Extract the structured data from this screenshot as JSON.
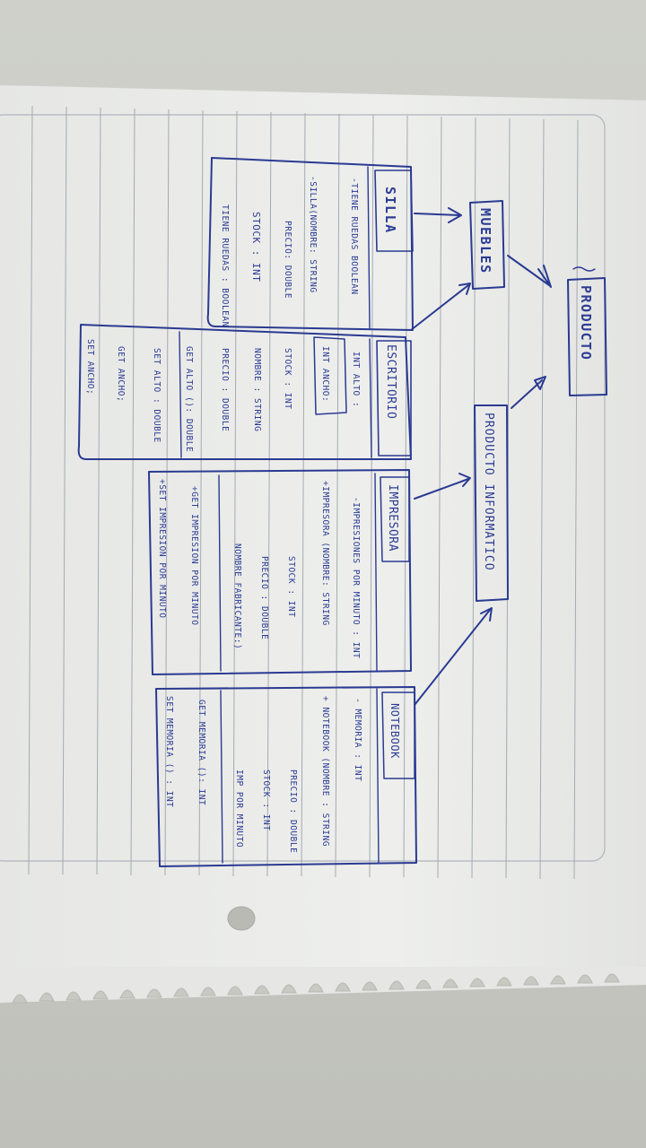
{
  "producto": {
    "title": "PRODUCTO"
  },
  "muebles": {
    "title": "MUEBLES"
  },
  "producto_informatico": {
    "title": "PRODUCTO INFORMATICO"
  },
  "silla": {
    "title": "SILLA",
    "lines": [
      "-TIENE RUEDAS BOOLEAN",
      "-SILLA(NOMBRE: STRING",
      "PRECIO: DOUBLE",
      "STOCK : INT",
      "TIENE RUEDAS : BOOLEAN"
    ]
  },
  "escritorio": {
    "title": "ESCRITORIO",
    "lines": [
      "INT ALTO :",
      "INT ANCHO:",
      "STOCK : INT",
      "NOMBRE : STRING",
      "PRECIO : DOUBLE",
      "GET ALTO (): DOUBLE",
      "SET ALTO : DOUBLE",
      "GET ANCHO;",
      "SET ANCHO;"
    ]
  },
  "impresora": {
    "title": "IMPRESORA",
    "lines": [
      "-IMPRESIONES POR MINUTO : INT",
      "+IMPRESORA (NOMBRE: STRING",
      "STOCK : INT",
      "PRECIO : DOUBLE",
      "NOMBRE FABRICANTE:)",
      "+GET IMPRESION POR MINUTO",
      "+SET IMPRESION POR MINUTO"
    ]
  },
  "notebook": {
    "title": "NOTEBOOK",
    "lines": [
      "- MEMORIA : INT",
      "+ NOTEBOOK (NOMBRE : STRING",
      "PRECIO : DOUBLE",
      "STOCK : INT",
      "IMP POR MINUTO",
      "GET MEMORIA (): INT",
      "SET MEMORIA () : INT"
    ]
  },
  "colors": {
    "ink": "#2a3a92",
    "paper": "#ecedea",
    "rule": "#9aa0aa",
    "backdrop": "#c8c9c3"
  }
}
